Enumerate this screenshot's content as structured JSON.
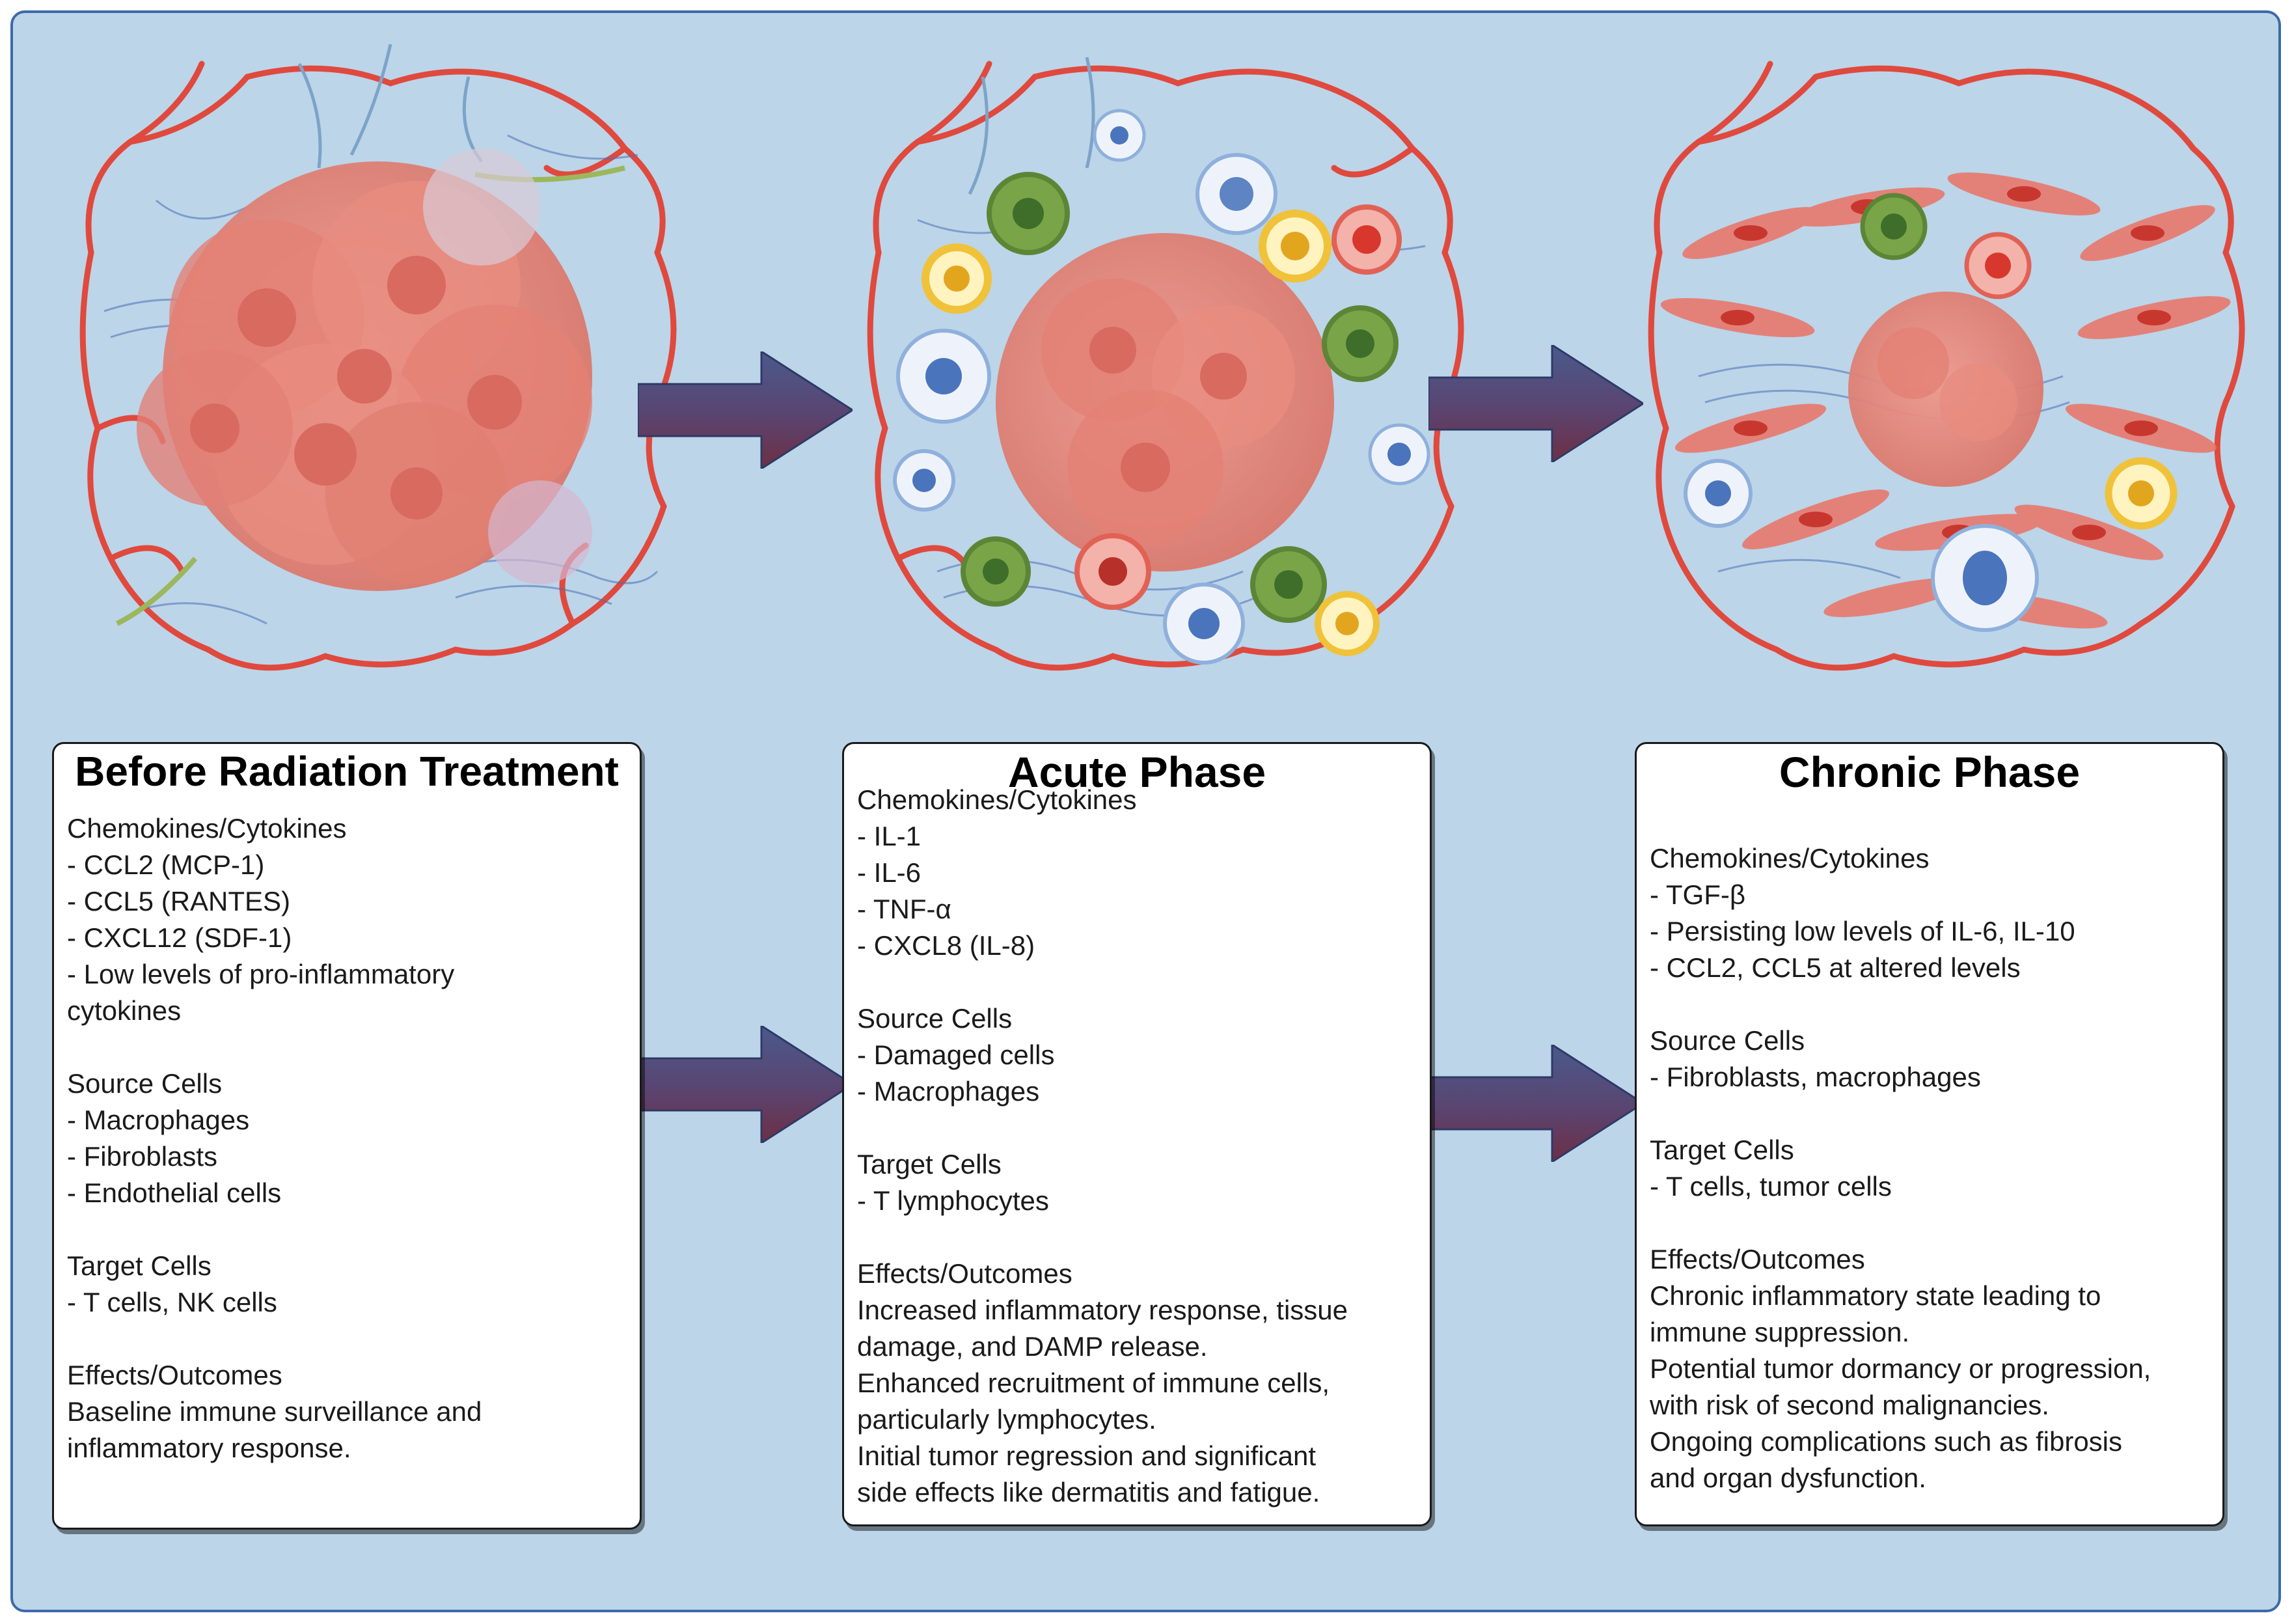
{
  "panels": [
    {
      "title": "Before Radiation Treatment",
      "sections": [
        {
          "heading": "Chemokines/Cytokines",
          "lines": [
            "- CCL2 (MCP-1)",
            "- CCL5 (RANTES)",
            "- CXCL12 (SDF-1)",
            "- Low levels of pro-inflammatory",
            "cytokines"
          ]
        },
        {
          "heading": "Source Cells",
          "lines": [
            "- Macrophages",
            "- Fibroblasts",
            "- Endothelial cells"
          ]
        },
        {
          "heading": "Target Cells",
          "lines": [
            "- T cells, NK cells"
          ]
        },
        {
          "heading": "Effects/Outcomes",
          "lines": [
            "Baseline immune surveillance and",
            "inflammatory response."
          ]
        }
      ]
    },
    {
      "title": "Acute Phase",
      "sections": [
        {
          "heading": "Chemokines/Cytokines",
          "lines": [
            "- IL-1",
            "- IL-6",
            "- TNF-α",
            "- CXCL8 (IL-8)"
          ]
        },
        {
          "heading": "Source Cells",
          "lines": [
            "- Damaged cells",
            "- Macrophages"
          ]
        },
        {
          "heading": "Target Cells",
          "lines": [
            "- T lymphocytes"
          ]
        },
        {
          "heading": "Effects/Outcomes",
          "lines": [
            "Increased inflammatory response, tissue",
            "damage, and DAMP release.",
            "Enhanced recruitment of immune cells,",
            "particularly lymphocytes.",
            "Initial tumor regression and significant",
            "side effects like dermatitis and fatigue."
          ]
        }
      ]
    },
    {
      "title": "Chronic Phase",
      "sections": [
        {
          "heading": "Chemokines/Cytokines",
          "lines": [
            "- TGF-β",
            "- Persisting low levels of IL-6, IL-10",
            "- CCL2, CCL5 at altered levels"
          ]
        },
        {
          "heading": "Source Cells",
          "lines": [
            "- Fibroblasts, macrophages"
          ]
        },
        {
          "heading": "Target Cells",
          "lines": [
            "- T cells, tumor cells"
          ]
        },
        {
          "heading": "Effects/Outcomes",
          "lines": [
            "Chronic inflammatory state leading to",
            "immune suppression.",
            "Potential tumor dormancy or progression,",
            "with risk of second malignancies.",
            "Ongoing complications such as fibrosis",
            "and organ dysfunction."
          ]
        }
      ]
    }
  ],
  "colors": {
    "background": "#bcd5e9",
    "frame_border": "#3d6aa8",
    "vessel": "#e0493d",
    "tumor": "#e88b80",
    "fibroblast": "#e8786c",
    "arrow_top": "#4a5a8c",
    "arrow_bottom": "#6e2f44",
    "immune_blue": "#7fa6d8",
    "immune_green": "#79a548",
    "immune_yellow": "#f0c23a"
  }
}
